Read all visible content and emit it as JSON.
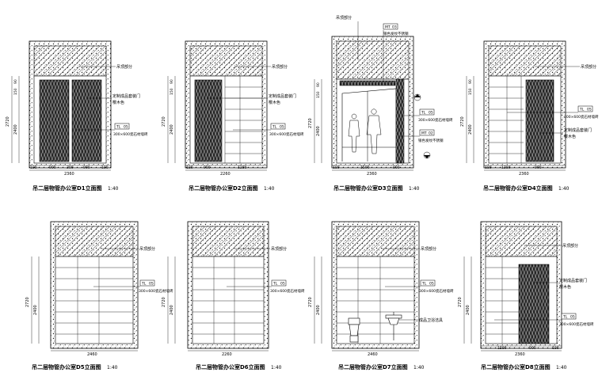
{
  "sheet": {
    "panels": [
      {
        "id": "d1",
        "title": "吊二层物管办公室D1立面图",
        "scale": "1:40",
        "ceiling_label": "吊顶部分",
        "door_note": [
          "定制成品套装门",
          "樱木色"
        ],
        "tag_code": "TL",
        "tag_num": "05",
        "tile_note": "300×600瓷石材墙砖",
        "height_total": "2720",
        "height_wall": "2400",
        "top_dims": [
          "90",
          "150"
        ],
        "bottom_dims": [
          "180",
          "900",
          "300",
          "900",
          "180"
        ],
        "bottom_total": "2360"
      },
      {
        "id": "d2",
        "title": "吊二层物管办公室D2立面图",
        "scale": "1:40",
        "ceiling_label": "吊顶部分",
        "door_note": [
          "定制成品套装门",
          "樱木色"
        ],
        "tag_code": "TL",
        "tag_num": "05",
        "tile_note": "300×600瓷石材墙砖",
        "height_total": "2720",
        "height_wall": "2400",
        "top_dims": [
          "90",
          "150"
        ],
        "bottom_dims": [
          "180",
          "900",
          "1280"
        ],
        "bottom_total": "2260"
      },
      {
        "id": "d3",
        "title": "吊二层物管办公室D3立面图",
        "scale": "1:40",
        "ceiling_label": "吊顶部分",
        "mt1_code": "MT",
        "mt1_num": "03",
        "mt1_note": "银色发纹不锈钢",
        "tag_code": "TL",
        "tag_num": "05",
        "tile_note": "300×600瓷石材墙砖",
        "mt2_code": "MT",
        "mt2_num": "02",
        "mt2_note": "银色发纹不锈钢",
        "height_total": "2720",
        "height_wall": "2400",
        "top_dims": [
          "90",
          "150"
        ],
        "bottom_dims": [
          "180",
          "1500",
          "800"
        ],
        "bottom_total": "2360"
      },
      {
        "id": "d4",
        "title": "吊二层物管办公室D4立面图",
        "scale": "1:40",
        "ceiling_label": "吊顶部分",
        "tag_code": "TL",
        "tag_num": "05",
        "tile_note": "300×600瓷石材墙砖",
        "door_note": [
          "定制成品套装门",
          "樱木色"
        ],
        "height_total": "2720",
        "height_wall": "2400",
        "top_dims": [
          "90",
          "150"
        ],
        "bottom_dims": [
          "180",
          "1280",
          "900"
        ],
        "bottom_total": "2360"
      },
      {
        "id": "d5",
        "title": "吊二层物管办公室D5立面图",
        "scale": "1:40",
        "ceiling_label": "吊顶部分",
        "tag_code": "TL",
        "tag_num": "05",
        "tile_note": "300×600瓷石材墙砖",
        "height_total": "2720",
        "height_wall": "2400",
        "bottom_total": "2460"
      },
      {
        "id": "d6",
        "title": "吊二层物管办公室D6立面图",
        "scale": "1:40",
        "ceiling_label": "吊顶部分",
        "tag_code": "TL",
        "tag_num": "05",
        "tile_note": "300×600瓷石材墙砖",
        "height_total": "2720",
        "height_wall": "2400",
        "bottom_total": "2260"
      },
      {
        "id": "d7",
        "title": "吊二层物管办公室D7立面图",
        "scale": "1:40",
        "ceiling_label": "吊顶部分",
        "tag_code": "TL",
        "tag_num": "05",
        "tile_note": "300×600瓷石材墙砖",
        "fixture_note": "成品卫浴洁具",
        "height_total": "2720",
        "height_wall": "2400",
        "bottom_total": "2460"
      },
      {
        "id": "d8",
        "title": "吊二层物管办公室D8立面图",
        "scale": "1:40",
        "ceiling_label": "吊顶部分",
        "door_note": [
          "定制成品套装门",
          "樱木色"
        ],
        "tag_code": "TL",
        "tag_num": "05",
        "tile_note": "300×600瓷石材墙砖",
        "height_total": "2720",
        "height_wall": "2400",
        "bottom_dims": [
          "1280",
          "900",
          "180"
        ],
        "bottom_total": "2360"
      }
    ]
  }
}
